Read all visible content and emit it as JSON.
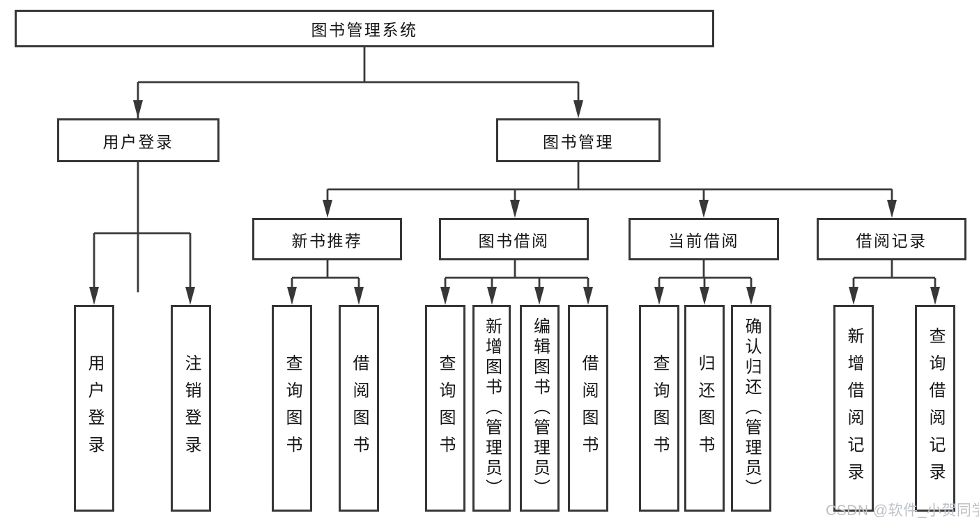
{
  "nodes": {
    "root": "图书管理系统",
    "user_login": "用户登录",
    "book_mgmt": "图书管理",
    "new_book": "新书推荐",
    "borrow": "图书借阅",
    "current": "当前借阅",
    "records": "借阅记录",
    "leaf_user_login": "用户登录",
    "leaf_logout": "注销登录",
    "leaf_nb_query": "查询图书",
    "leaf_nb_borrow": "借阅图书",
    "leaf_bb_query": "查询图书",
    "leaf_bb_add": "新增图书（管理员）",
    "leaf_bb_edit": "编辑图书（管理员）",
    "leaf_bb_borrow": "借阅图书",
    "leaf_cb_query": "查询图书",
    "leaf_cb_return": "归还图书",
    "leaf_cb_confirm": "确认归还（管理员）",
    "leaf_rec_add": "新增借阅记录",
    "leaf_rec_query": "查询借阅记录"
  },
  "hierarchy": {
    "root": "图书管理系统",
    "branches": [
      {
        "label": "用户登录",
        "children": [
          "用户登录",
          "注销登录"
        ]
      },
      {
        "label": "图书管理",
        "children": [
          {
            "label": "新书推荐",
            "children": [
              "查询图书",
              "借阅图书"
            ]
          },
          {
            "label": "图书借阅",
            "children": [
              "查询图书",
              "新增图书（管理员）",
              "编辑图书（管理员）",
              "借阅图书"
            ]
          },
          {
            "label": "当前借阅",
            "children": [
              "查询图书",
              "归还图书",
              "确认归还（管理员）"
            ]
          },
          {
            "label": "借阅记录",
            "children": [
              "新增借阅记录",
              "查询借阅记录"
            ]
          }
        ]
      }
    ]
  },
  "watermark": {
    "text": "CSDN @软件_小贺同学",
    "color": "#bdc1c6"
  },
  "colors": {
    "line": "#3a3a3a",
    "box_border": "#373737",
    "box_fill": "#ffffff",
    "text": "#161616"
  }
}
